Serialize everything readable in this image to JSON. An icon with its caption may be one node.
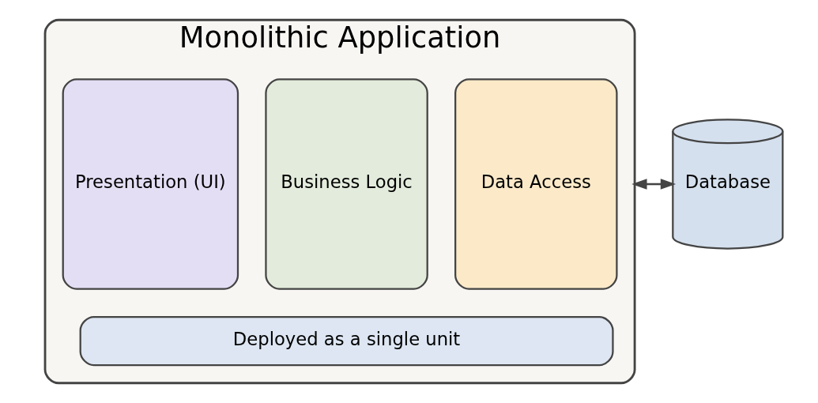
{
  "diagram": {
    "nodes": [
      {
        "text": [
          "Monolithic Application"
        ]
      },
      {
        "text": [
          "Presentation (UI)"
        ],
        "in": 0
      },
      {
        "text": [
          "Business Logic"
        ],
        "in": 0
      },
      {
        "text": [
          "Data Access"
        ],
        "in": 0
      },
      {
        "text": [
          "Deployed as a single unit"
        ],
        "in": 0
      },
      {
        "text": [
          "Database"
        ]
      }
    ],
    "edges": [
      {
        "from": 0,
        "to": 5,
        "arrow": "both"
      }
    ]
  }
}
